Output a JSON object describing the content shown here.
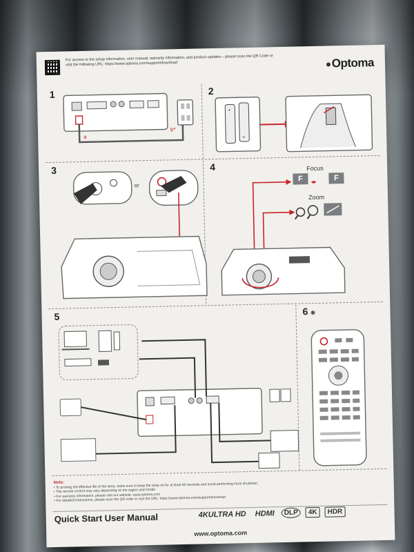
{
  "header": {
    "info_text": "For access to the setup information, user manual, warranty information, and product updates – please scan the QR Code or visit the following URL: https://www.optoma.com/support/download",
    "brand": "Optoma"
  },
  "panels": {
    "p1": {
      "num": "1",
      "label_a": "a",
      "label_b": "b*"
    },
    "p2": {
      "num": "2"
    },
    "p3": {
      "num": "3",
      "or_text": "or"
    },
    "p4": {
      "num": "4",
      "focus_label": "Focus",
      "zoom_label": "Zoom",
      "focus_left": "F",
      "focus_right": "F"
    },
    "p5": {
      "num": "5"
    },
    "p6": {
      "num": "6",
      "mark": "❊"
    }
  },
  "notes": {
    "title": "Note:",
    "items": [
      "To prolong the effective life of the lamp, make sure to keep the lamp on for at least 60 seconds and avoid performing force shutdown.",
      "The remote control may vary depending on the region and model.",
      "For warranty information, please visit our website: www.optoma.com",
      "For detailed instructions, please scan the QR code or visit the URL: https://www.optoma.com/support/download"
    ]
  },
  "footer": {
    "title": "Quick Start User Manual",
    "logos": [
      "4KULTRA HD",
      "HDMI",
      "DLP",
      "4K",
      "HDR"
    ],
    "url": "www.optoma.com"
  },
  "colors": {
    "accent": "#c8232a",
    "paper": "#f1f0ec",
    "ink": "#222222"
  }
}
